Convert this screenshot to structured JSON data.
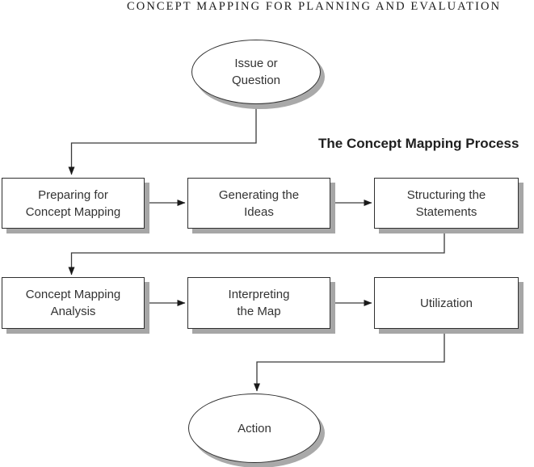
{
  "page": {
    "running_header": "CONCEPT MAPPING FOR PLANNING AND EVALUATION",
    "background_color": "#ffffff"
  },
  "diagram": {
    "type": "flowchart",
    "title": "The Concept Mapping Process",
    "nodes": {
      "issue": {
        "id": "issue-or-question",
        "shape": "ellipse",
        "label": "Issue or\nQuestion"
      },
      "preparing": {
        "id": "preparing-for-concept-mapping",
        "shape": "rectangle",
        "label": "Preparing for\nConcept Mapping"
      },
      "generating": {
        "id": "generating-the-ideas",
        "shape": "rectangle",
        "label": "Generating the\nIdeas"
      },
      "structuring": {
        "id": "structuring-the-statements",
        "shape": "rectangle",
        "label": "Structuring the\nStatements"
      },
      "analysis": {
        "id": "concept-mapping-analysis",
        "shape": "rectangle",
        "label": "Concept Mapping\nAnalysis"
      },
      "interpreting": {
        "id": "interpreting-the-map",
        "shape": "rectangle",
        "label": "Interpreting\nthe Map"
      },
      "utilization": {
        "id": "utilization",
        "shape": "rectangle",
        "label": "Utilization"
      },
      "action": {
        "id": "action",
        "shape": "ellipse",
        "label": "Action"
      }
    },
    "edges": [
      {
        "from": "issue-or-question",
        "to": "preparing-for-concept-mapping"
      },
      {
        "from": "preparing-for-concept-mapping",
        "to": "generating-the-ideas"
      },
      {
        "from": "generating-the-ideas",
        "to": "structuring-the-statements"
      },
      {
        "from": "structuring-the-statements",
        "to": "concept-mapping-analysis"
      },
      {
        "from": "concept-mapping-analysis",
        "to": "interpreting-the-map"
      },
      {
        "from": "interpreting-the-map",
        "to": "utilization"
      },
      {
        "from": "utilization",
        "to": "action"
      }
    ],
    "colors": {
      "node_fill": "#ffffff",
      "node_border": "#2f2f2f",
      "drop_shadow": "#a6a6a6",
      "text": "#333333",
      "connector": "#3a3a3a",
      "arrowhead": "#1a1a1a"
    }
  }
}
